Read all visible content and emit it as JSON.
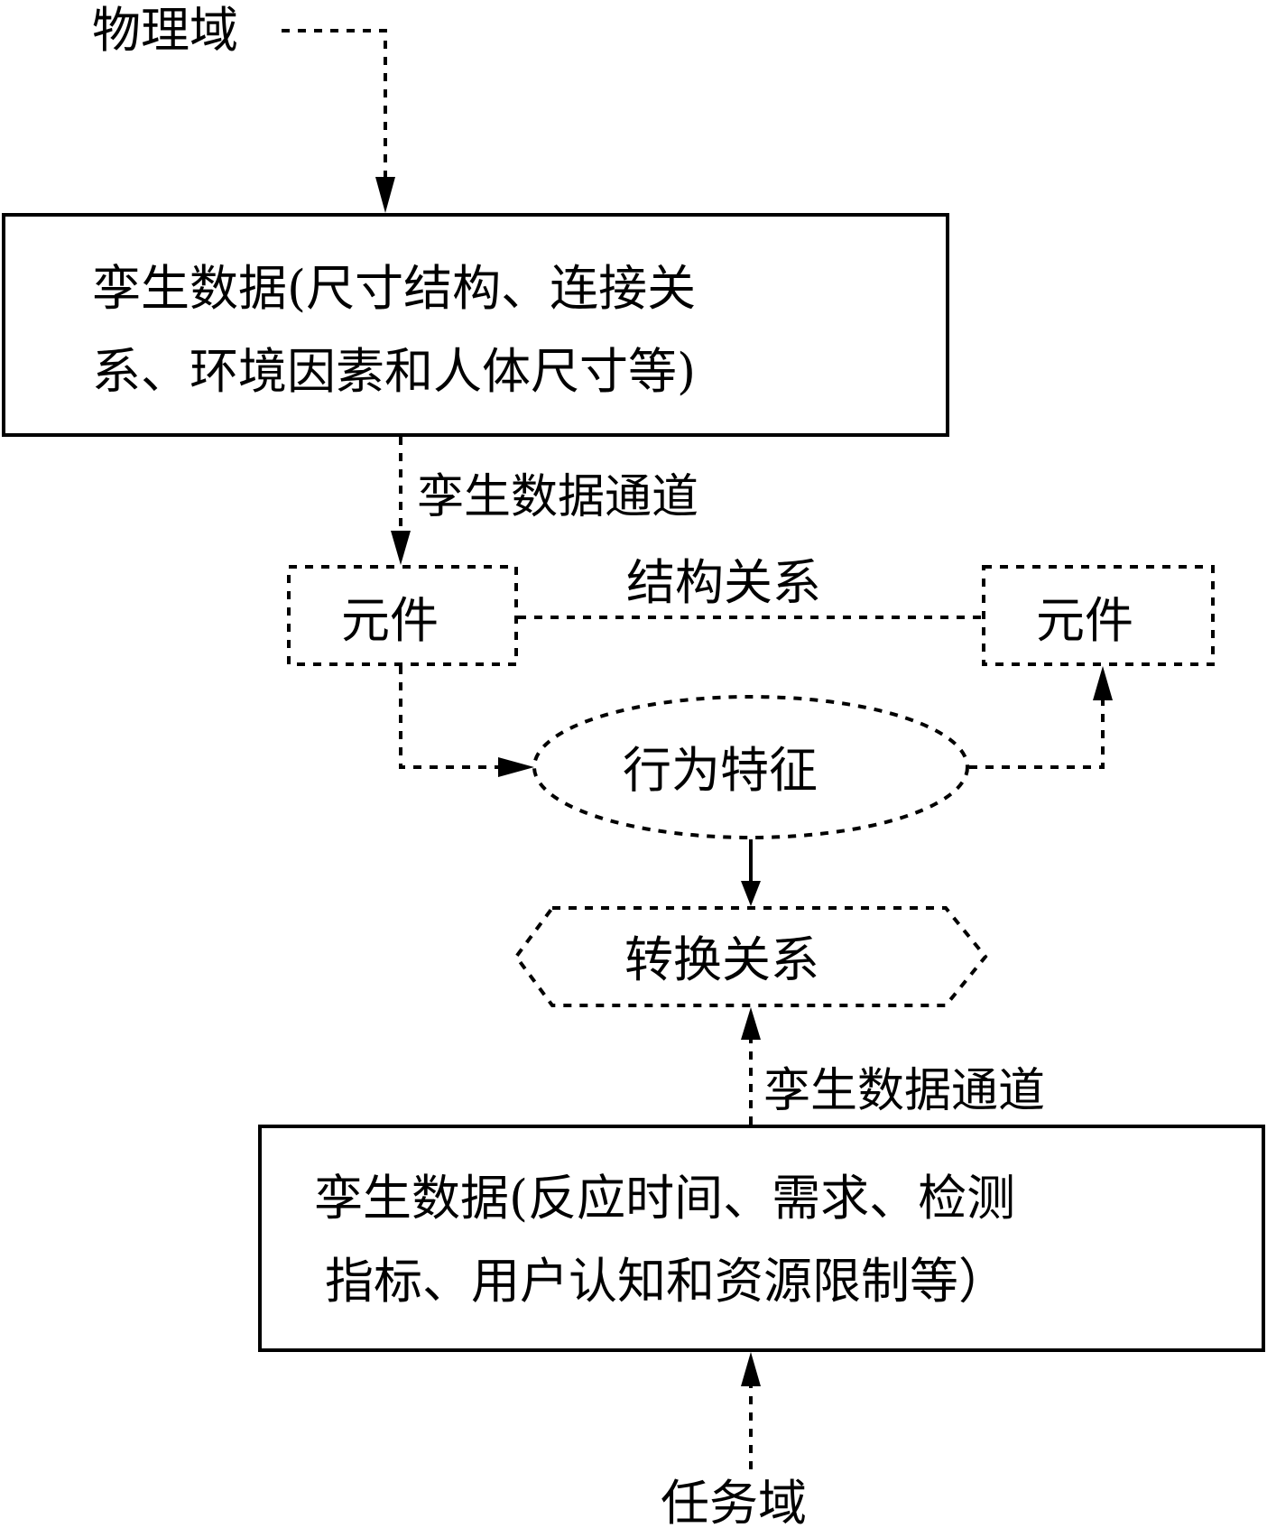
{
  "nodes": {
    "physical_domain": "物理域",
    "twin_data_top": {
      "line1": "孪生数据(尺寸结构、连接关",
      "line2": "系、环境因素和人体尺寸等)"
    },
    "channel_top": "孪生数据通道",
    "component_left": "元件",
    "structural_relation": "结构关系",
    "component_right": "元件",
    "behavior_feature": "行为特征",
    "transformation_relation": "转换关系",
    "channel_bottom": "孪生数据通道",
    "twin_data_bottom": {
      "line1": "孪生数据(反应时间、需求、检测",
      "line2": "指标、用户认知和资源限制等）"
    },
    "task_domain": "任务域"
  }
}
